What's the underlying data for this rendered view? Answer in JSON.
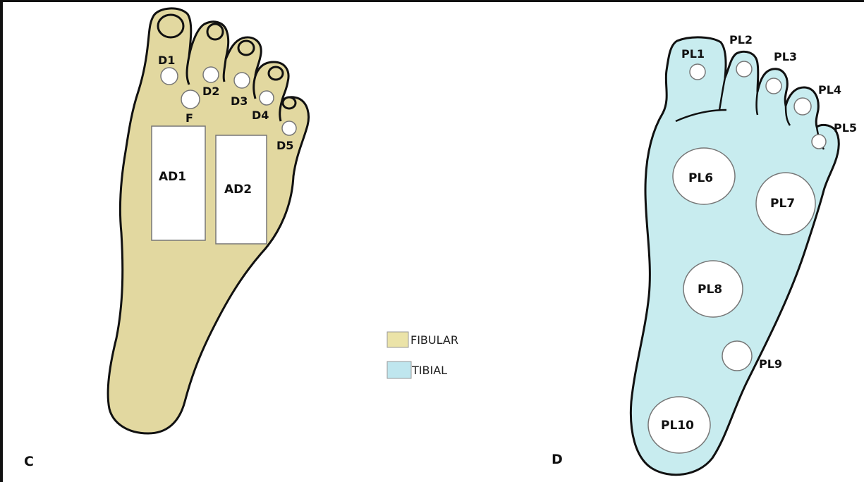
{
  "panels": {
    "left": {
      "letter": "C",
      "regions": {
        "D1": "D1",
        "D2": "D2",
        "D3": "D3",
        "D4": "D4",
        "D5": "D5",
        "F": "F",
        "AD1": "AD1",
        "AD2": "AD2"
      }
    },
    "right": {
      "letter": "D",
      "regions": {
        "PL1": "PL1",
        "PL2": "PL2",
        "PL3": "PL3",
        "PL4": "PL4",
        "PL5": "PL5",
        "PL6": "PL6",
        "PL7": "PL7",
        "PL8": "PL8",
        "PL9": "PL9",
        "PL10": "PL10"
      }
    }
  },
  "legend": [
    {
      "label": "FIBULAR",
      "color": "#ebe3a8"
    },
    {
      "label": "TIBIAL",
      "color": "#bfe6ee"
    }
  ],
  "colors": {
    "fibular": "#e2d8a0",
    "tibial": "#c8ecef",
    "outline": "#111111"
  }
}
